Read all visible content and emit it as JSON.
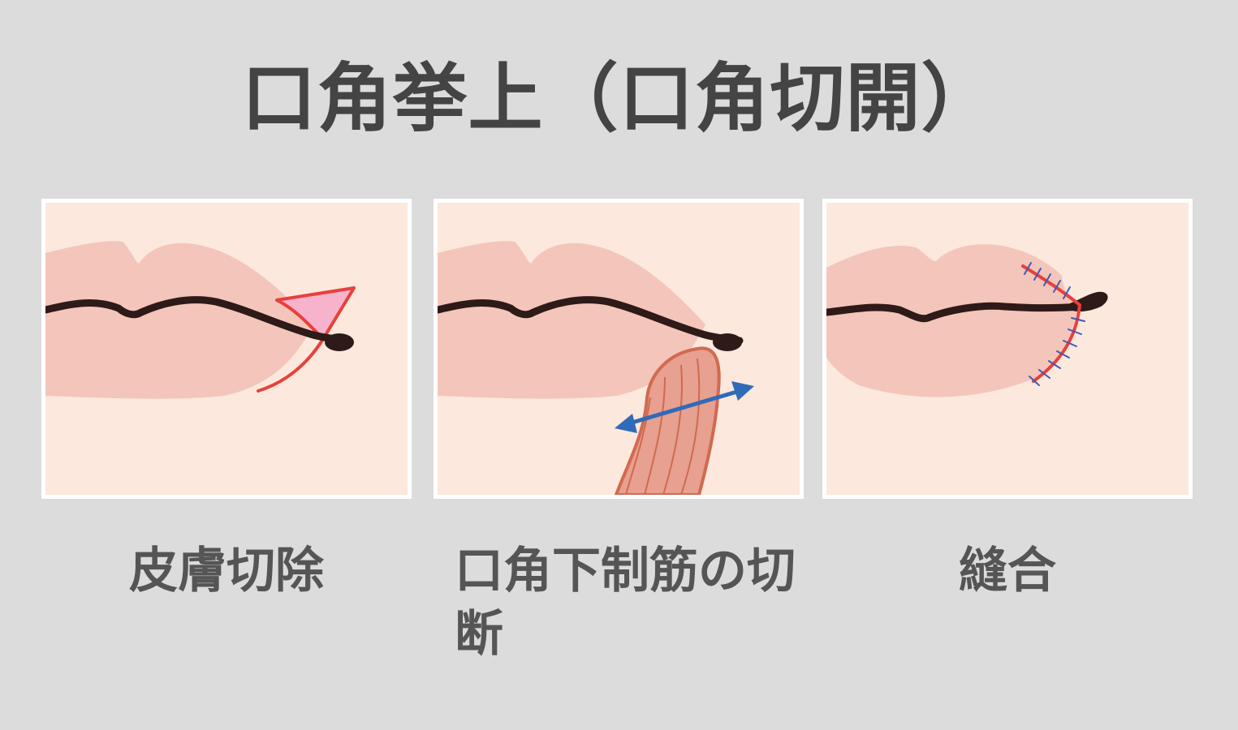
{
  "title": "口角挙上（口角切開）",
  "steps": [
    {
      "label": "皮膚切除"
    },
    {
      "label": "口角下制筋の切断"
    },
    {
      "label": "縫合"
    }
  ],
  "colors": {
    "background": "#dcdcdc",
    "panel_skin": "#fce8dc",
    "lip": "#f4c5ba",
    "lip_line": "#2e1a18",
    "incision": "#e8403c",
    "excised_skin": "#f7b3cc",
    "muscle": "#e8a090",
    "muscle_outline": "#d06a50",
    "arrow": "#2f6bb8",
    "suture": "#3b5bb5"
  },
  "icons": {
    "arrow": "double-arrow-icon"
  }
}
